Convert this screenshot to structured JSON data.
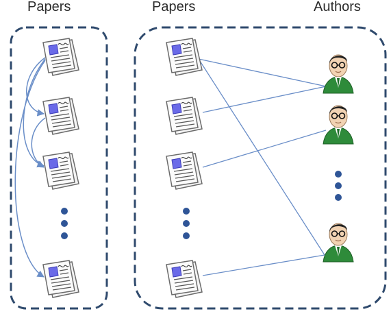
{
  "headers": {
    "left_papers": "Papers",
    "middle_papers": "Papers",
    "authors": "Authors"
  },
  "colors": {
    "border": "#2f4a6d",
    "edge": "#6a8ec8",
    "dots": "#2f5597",
    "paper_page": "#fbfbfb",
    "paper_outline": "#6b6b6b",
    "paper_image": "#6a6ae8",
    "author_suit": "#2e8b3a",
    "author_skin": "#f2d3b3"
  },
  "groups": {
    "citation_graph": {
      "papers": [
        "paper-1",
        "paper-2",
        "paper-3",
        "paper-4"
      ],
      "citations": [
        {
          "from": "paper-1",
          "to": "paper-2"
        },
        {
          "from": "paper-1",
          "to": "paper-3"
        },
        {
          "from": "paper-1",
          "to": "paper-4"
        },
        {
          "from": "paper-2",
          "to": "paper-3"
        }
      ],
      "ellipsis": "more-papers"
    },
    "authorship_graph": {
      "papers": [
        "paper-1",
        "paper-2",
        "paper-3",
        "paper-4"
      ],
      "authors": [
        "author-1",
        "author-2",
        "author-3"
      ],
      "links": [
        {
          "paper": "paper-1",
          "author": "author-1"
        },
        {
          "paper": "paper-1",
          "author": "author-3"
        },
        {
          "paper": "paper-2",
          "author": "author-1"
        },
        {
          "paper": "paper-3",
          "author": "author-2"
        },
        {
          "paper": "paper-4",
          "author": "author-3"
        }
      ]
    }
  }
}
